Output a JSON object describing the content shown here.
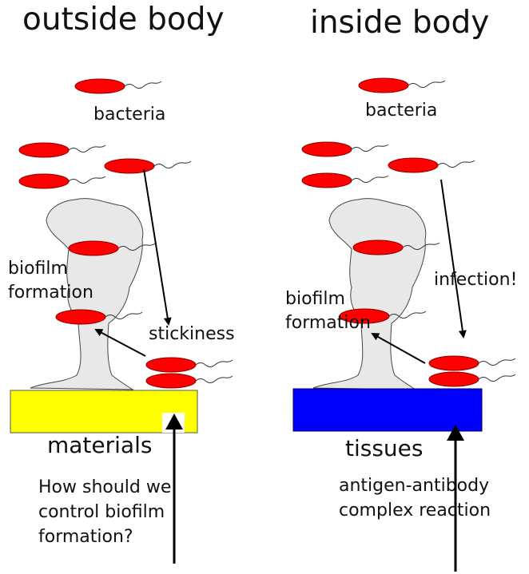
{
  "titles": {
    "left": "outside body",
    "right": "inside body"
  },
  "left_panel": {
    "bacteria_label": "bacteria",
    "biofilm_line1": "biofilm",
    "biofilm_line2": "formation",
    "stickiness_label": "stickiness",
    "surface_label": "materials",
    "question_line1": "How should we",
    "question_line2": "control biofilm",
    "question_line3": "formation?"
  },
  "right_panel": {
    "bacteria_label": "bacteria",
    "infection_label": "infection!",
    "biofilm_line1": "biofilm",
    "biofilm_line2": "formation",
    "surface_label": "tissues",
    "reaction_line1": "antigen-antibody",
    "reaction_line2": "complex reaction"
  },
  "colors": {
    "bacteria": "#ff0000",
    "bacteria_outline": "#880000",
    "biofilm": "#e8e8e8",
    "materials": "#ffff00",
    "tissues": "#0000ff",
    "arrow": "#000000"
  }
}
